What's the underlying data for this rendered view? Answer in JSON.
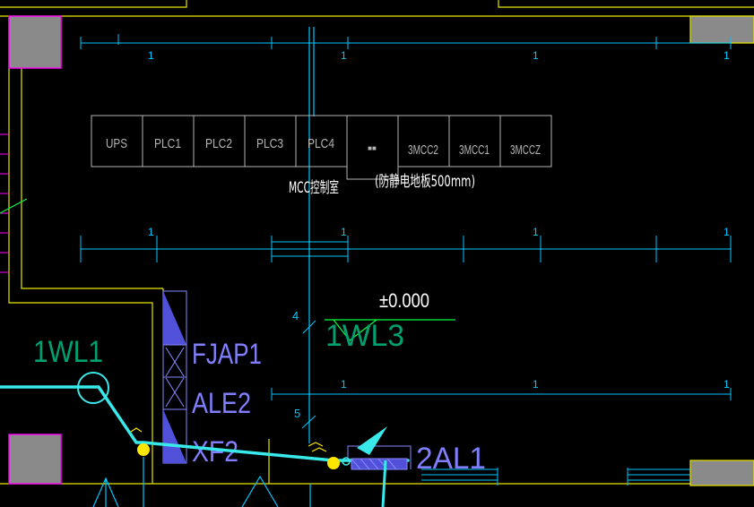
{
  "colors": {
    "background": "#000000",
    "wall": "#e6e600",
    "dimension": "#00c8ff",
    "equipment": "#b4b4b4",
    "cable": "#39e8e8",
    "column": "#8a8a8a",
    "column_border": "#ff00ff",
    "panel": "#8888ff",
    "panel_fill": "#5050d8",
    "level_line": "#00ff40",
    "label_cyan": "#00ffd0",
    "label_blue": "#7f7fff",
    "node": "#ffe600",
    "white_text": "#ffffff"
  },
  "dimension_labels": {
    "top_1": "1",
    "top_2": "1",
    "top_3": "1",
    "top_4": "1",
    "mid_1": "1",
    "mid_2": "1",
    "mid_3": "1",
    "mid_4": "1",
    "low_1": "1",
    "low_2": "1",
    "low_3": "1"
  },
  "equipment_row": [
    "UPS",
    "PLC1",
    "PLC2",
    "PLC3",
    "PLC4",
    "■■",
    "3MCC2",
    "3MCC1",
    "3MCCZ"
  ],
  "room": {
    "name": "MCC控制室",
    "note": "(防静电地板500mm)"
  },
  "level": "±0.000",
  "circuits": {
    "c1": "1WL1",
    "c2": "1WL3",
    "c3": "2AL1"
  },
  "panels": [
    "FJAP1",
    "ALE2",
    "XF2"
  ],
  "tick_numbers": {
    "n4": "4",
    "n5": "5"
  }
}
